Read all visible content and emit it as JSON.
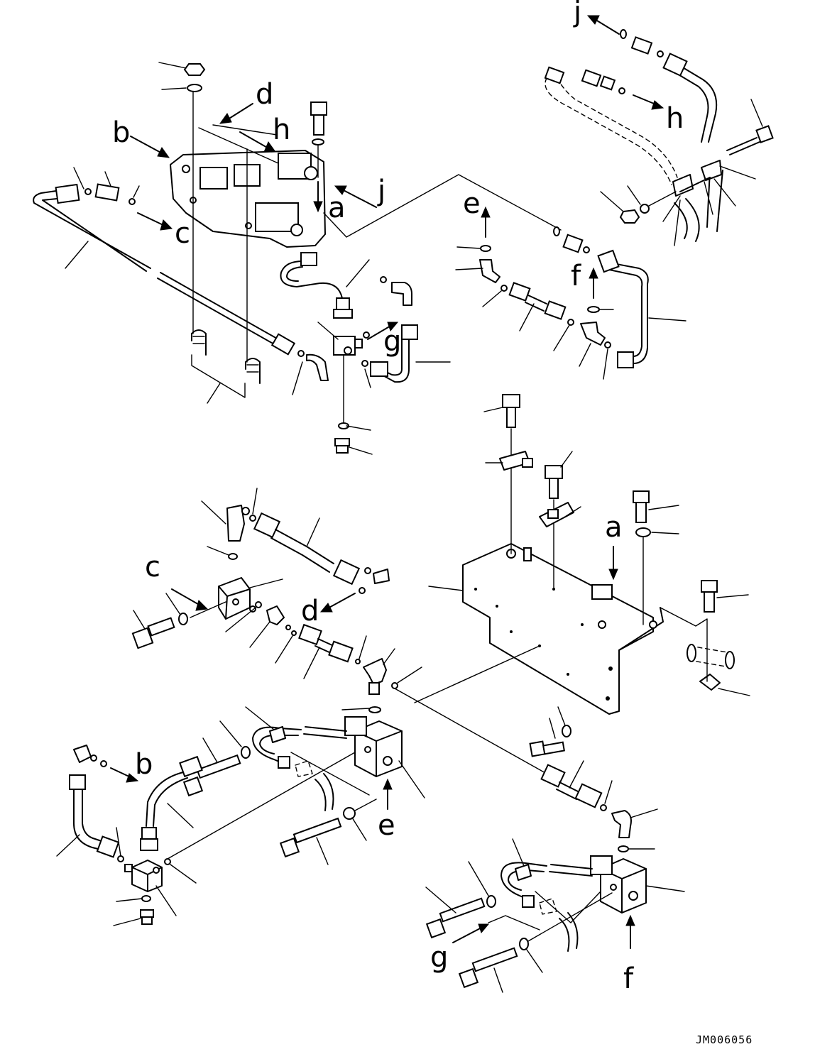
{
  "labels": {
    "a_top": "a",
    "a_bracket": "a",
    "b_top": "b",
    "b_bottom": "b",
    "c_top": "c",
    "c_mid": "c",
    "d_top": "d",
    "d_mid": "d",
    "e_top": "e",
    "e_bottom": "e",
    "f_top": "f",
    "f_bottom": "f",
    "g_top": "g",
    "g_bottom": "g",
    "h_top": "h",
    "h_right": "h",
    "j_top": "j",
    "j_right": "j"
  },
  "drawing_code": "JM006056"
}
